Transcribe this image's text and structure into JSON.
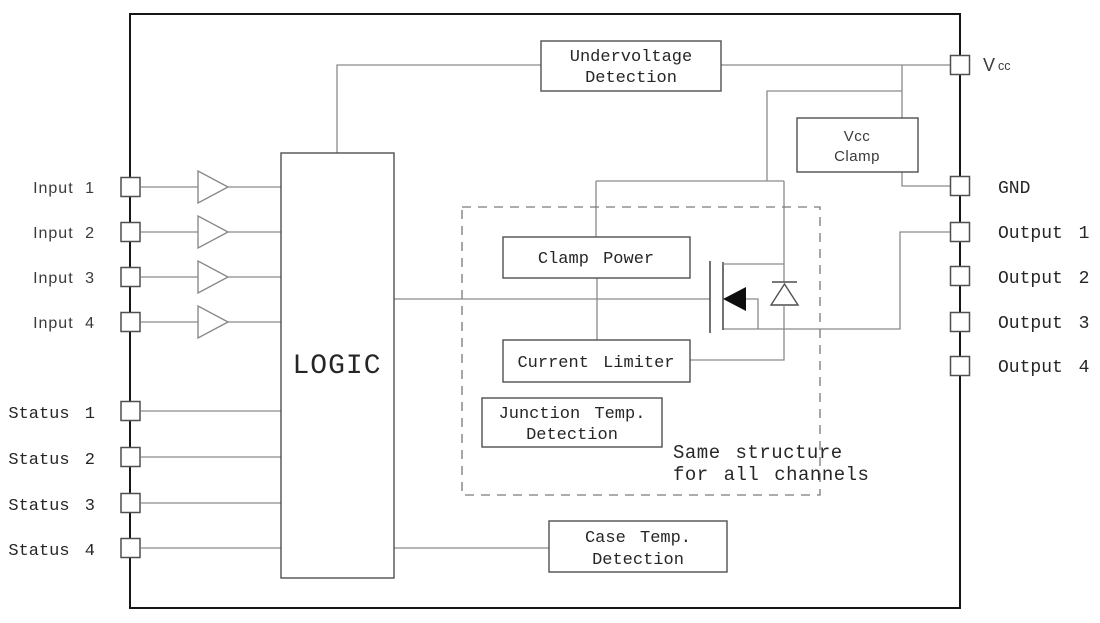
{
  "colors": {
    "bg": "#ffffff",
    "border": "#161616",
    "wire": "#8a8a8a",
    "boxstroke": "#4f4f4f",
    "dash": "#7a7a7a",
    "text": "#262626",
    "arrow": "#0d0d0d"
  },
  "pins": {
    "left": [
      {
        "label": "Input 1"
      },
      {
        "label": "Input 2"
      },
      {
        "label": "Input 3"
      },
      {
        "label": "Input 4"
      },
      {
        "label": "Status 1"
      },
      {
        "label": "Status 2"
      },
      {
        "label": "Status 3"
      },
      {
        "label": "Status 4"
      }
    ],
    "right": [
      {
        "main": "V",
        "sub": "cc"
      },
      {
        "label": "GND"
      },
      {
        "label": "Output 1"
      },
      {
        "label": "Output 2"
      },
      {
        "label": "Output 3"
      },
      {
        "label": "Output 4"
      }
    ]
  },
  "blocks": {
    "undervoltage": {
      "line1": "Undervoltage",
      "line2": "Detection"
    },
    "vcc_clamp": {
      "line1": "Vcc",
      "line2": "Clamp"
    },
    "logic": {
      "label": "LOGIC"
    },
    "clamp_power": {
      "label": "Clamp Power"
    },
    "current_limiter": {
      "label": "Current Limiter"
    },
    "junction_temp": {
      "line1": "Junction Temp.",
      "line2": "Detection"
    },
    "case_temp": {
      "line1": "Case Temp.",
      "line2": "Detection"
    }
  },
  "annotations": {
    "same_structure": {
      "line1": "Same structure",
      "line2": "for all channels"
    }
  }
}
